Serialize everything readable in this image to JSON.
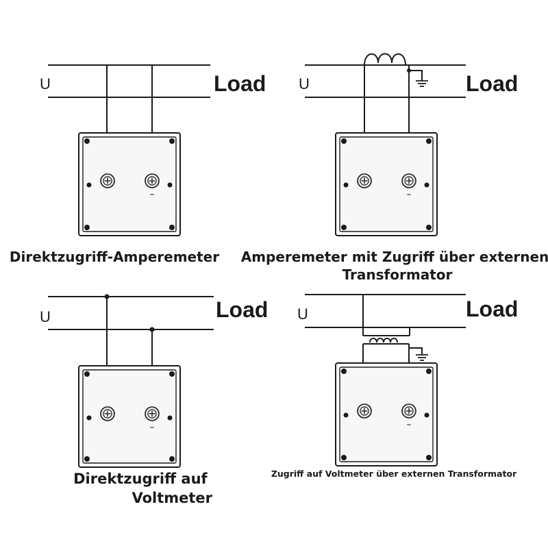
{
  "colors": {
    "ink": "#1a1a1a",
    "panel_fill": "#f7f7f7",
    "terminal_fill": "#e6e6e6"
  },
  "panels": [
    {
      "voltage_label": "U",
      "load_label": "Load",
      "caption_lines": [
        "Direktzugriff-Amperemeter"
      ]
    },
    {
      "voltage_label": "U",
      "load_label": "Load",
      "caption_lines": [
        "Amperemeter mit Zugriff über externen",
        "Transformator"
      ]
    },
    {
      "voltage_label": "U",
      "load_label": "Load",
      "caption_lines": [
        "Direktzugriff auf",
        "Voltmeter"
      ]
    },
    {
      "voltage_label": "U",
      "load_label": "Load",
      "caption_lines": [
        "Zugriff auf Voltmeter über externen Transformator"
      ]
    }
  ],
  "meter_minus_sign": "–",
  "icons": [
    "screw-terminal-icon",
    "mounting-screw-icon",
    "ground-icon",
    "transformer-coil-icon"
  ]
}
